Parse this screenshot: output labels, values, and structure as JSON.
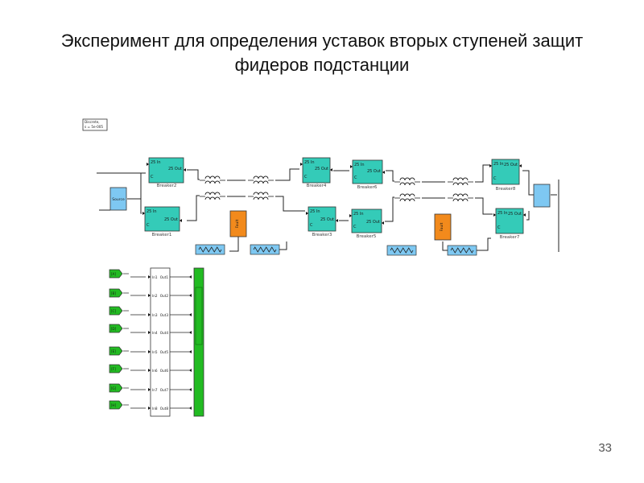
{
  "slide": {
    "title_line1": "Эксперимент для определения уставок вторых ступеней защит",
    "title_line2": "фидеров подстанции",
    "number": "33"
  },
  "colors": {
    "breaker": "#34cbb8",
    "source": "#7ec8f2",
    "fault": "#f28a1c",
    "goto": "#22bb22",
    "scope": "#22bb22",
    "block_border": "#333333",
    "wire": "#222222"
  },
  "powergui": {
    "line1": "Discrete,",
    "line2": "s = 5e-005"
  },
  "breaker_labels": {
    "in": "25 In",
    "out": "25 Out",
    "c": "C"
  },
  "breakers": [
    {
      "name": "Breaker2"
    },
    {
      "name": "Breaker1"
    },
    {
      "name": "Breaker4"
    },
    {
      "name": "Breaker3"
    },
    {
      "name": "Breaker6"
    },
    {
      "name": "Breaker5"
    },
    {
      "name": "Breaker8"
    },
    {
      "name": "Breaker7"
    }
  ],
  "fault_label": "Fault",
  "source_label": "Source",
  "goto_tags": [
    "[A]",
    "[B]",
    "[C]",
    "[D]",
    "[E]",
    "[F]",
    "[G]",
    "[H]"
  ],
  "bus_ports": {
    "ins": [
      "In1",
      "In2",
      "In3",
      "In4",
      "In5",
      "In6",
      "In7",
      "In8"
    ],
    "outs": [
      "Out1",
      "Out2",
      "Out3",
      "Out4",
      "Out5",
      "Out6",
      "Out7",
      "Out8"
    ]
  }
}
